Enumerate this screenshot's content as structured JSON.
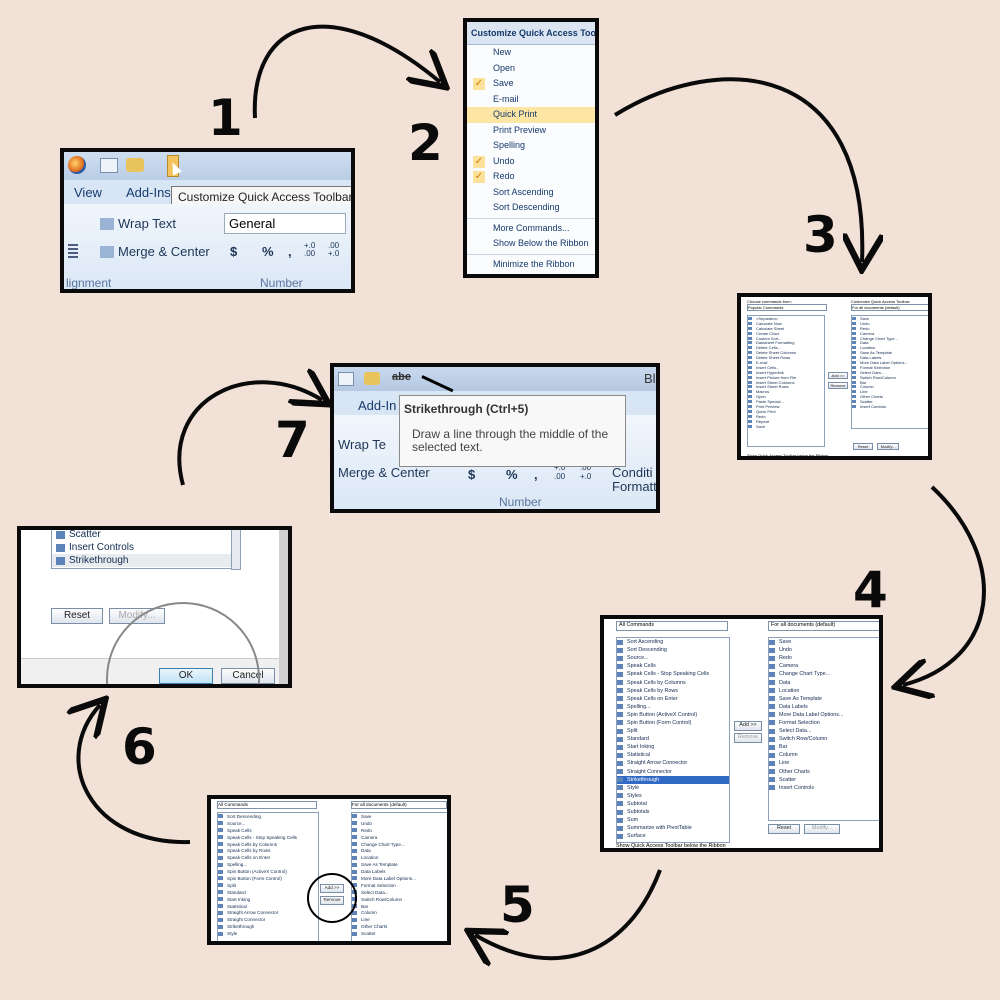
{
  "steps": [
    "1",
    "2",
    "3",
    "4",
    "5",
    "6",
    "7"
  ],
  "shot1": {
    "tabs": [
      "View",
      "Add-Ins"
    ],
    "tooltip": "Customize Quick Access Toolbar",
    "wrap_text": "Wrap Text",
    "merge_center": "Merge & Center",
    "number_format": "General",
    "currency": "$",
    "percent": "%",
    "comma": ",",
    "inc_decimal": "+.0 .00",
    "dec_decimal": ".00 +.0",
    "group_alignment": "lignment",
    "group_number": "Number"
  },
  "shot2": {
    "header": "Customize Quick Access Toolbar",
    "items": [
      {
        "label": "New",
        "checked": false
      },
      {
        "label": "Open",
        "checked": false
      },
      {
        "label": "Save",
        "checked": true
      },
      {
        "label": "E-mail",
        "checked": false
      },
      {
        "label": "Quick Print",
        "checked": false,
        "highlight": true
      },
      {
        "label": "Print Preview",
        "checked": false
      },
      {
        "label": "Spelling",
        "checked": false
      },
      {
        "label": "Undo",
        "checked": true
      },
      {
        "label": "Redo",
        "checked": true
      },
      {
        "label": "Sort Ascending",
        "checked": false
      },
      {
        "label": "Sort Descending",
        "checked": false
      }
    ],
    "more_commands": "More Commands...",
    "show_below": "Show Below the Ribbon",
    "minimize": "Minimize the Ribbon"
  },
  "shot3": {
    "choose_label": "Choose commands from:",
    "choose_value": "Popular Commands",
    "customize_label": "Customize Quick Access Toolbar:",
    "customize_value": "For all documents (default)",
    "left_items": [
      "<Separator>",
      "Calculate Now",
      "Calculate Sheet",
      "Create Chart",
      "Custom Sort...",
      "Datasheet Formatting",
      "Delete Cells...",
      "Delete Sheet Columns",
      "Delete Sheet Rows",
      "E-mail",
      "Insert Cells...",
      "Insert Hyperlink",
      "Insert Picture from File",
      "Insert Sheet Columns",
      "Insert Sheet Rows",
      "Macros",
      "Open",
      "Paste Special...",
      "Print Preview",
      "Quick Print",
      "Redo",
      "Repeat",
      "Save"
    ],
    "right_items": [
      "Save",
      "Undo",
      "Redo",
      "Camera",
      "Change Chart Type...",
      "Data",
      "Location",
      "Save As Template",
      "Data Labels",
      "More Data Label Options...",
      "Format Selection",
      "Select Data...",
      "Switch Row/Column",
      "Bar",
      "Column",
      "Line",
      "Other Charts",
      "Scatter",
      "Insert Controls"
    ],
    "add": "Add >>",
    "remove": "Remove",
    "reset": "Reset",
    "modify": "Modify...",
    "show_below": "Show Quick Access Toolbar below the Ribbon"
  },
  "shot4": {
    "left_combo": "All Commands",
    "right_combo": "For all documents (default)",
    "left_items": [
      "Sort Ascending",
      "Sort Descending",
      "Source...",
      "Speak Cells",
      "Speak Cells - Stop Speaking Cells",
      "Speak Cells by Columns",
      "Speak Cells by Rows",
      "Speak Cells on Enter",
      "Spelling...",
      "Spin Button (ActiveX Control)",
      "Spin Button (Form Control)",
      "Split",
      "Standard",
      "Start Inking",
      "Statistical",
      "Straight Arrow Connector",
      "Straight Connector",
      "Strikethrough",
      "Style",
      "Styles",
      "Subtotal",
      "Subtotals",
      "Sum",
      "Summarize with PivotTable",
      "Surface"
    ],
    "right_items": [
      "Save",
      "Undo",
      "Redo",
      "Camera",
      "Change Chart Type...",
      "Data",
      "Location",
      "Save As Template",
      "Data Labels",
      "More Data Label Options...",
      "Format Selection",
      "Select Data...",
      "Switch Row/Column",
      "Bar",
      "Column",
      "Line",
      "Other Charts",
      "Scatter",
      "Insert Controls"
    ],
    "add": "Add >>",
    "remove": "Remove",
    "reset": "Reset",
    "modify": "Modify...",
    "show_below": "Show Quick Access Toolbar below the Ribbon"
  },
  "shot5": {
    "left_combo": "All Commands",
    "right_combo": "For all documents (default)",
    "left_items": [
      "Sort Descending",
      "Source...",
      "Speak Cells",
      "Speak Cells - Stop Speaking Cells",
      "Speak Cells by Columns",
      "Speak Cells by Rows",
      "Speak Cells on Enter",
      "Spelling...",
      "Spin Button (ActiveX Control)",
      "Spin Button (Form Control)",
      "Split",
      "Standard",
      "Start Inking",
      "Statistical",
      "Straight Arrow Connector",
      "Straight Connector",
      "Strikethrough",
      "Style"
    ],
    "right_items": [
      "Save",
      "Undo",
      "Redo",
      "Camera",
      "Change Chart Type...",
      "Data",
      "Location",
      "Save As Template",
      "Data Labels",
      "More Data Label Options...",
      "Format Selection",
      "Select Data...",
      "Switch Row/Column",
      "Bar",
      "Column",
      "Line",
      "Other Charts",
      "Scatter"
    ],
    "add": "Add >>",
    "remove": "Remove"
  },
  "shot6": {
    "items": [
      "Scatter",
      "Insert Controls",
      "Strikethrough"
    ],
    "reset": "Reset",
    "modify": "Modify...",
    "ok": "OK",
    "cancel": "Cancel"
  },
  "shot7": {
    "tab": "Add-In",
    "tooltip_title": "Strikethrough (Ctrl+5)",
    "tooltip_desc": "Draw a line through the middle of the selected text.",
    "wrap_text": "Wrap Te",
    "merge_center": "Merge & Center",
    "currency": "$",
    "percent": "%",
    "comma": ",",
    "inc_decimal": "+.0 .00",
    "dec_decimal": ".00 +.0",
    "group_number": "Number",
    "conditional": "Conditi",
    "formatting": "Formatti",
    "qat_label": "abe",
    "corner_text": "Bl"
  },
  "colors": {
    "background": "#f2e1d6",
    "accent": "#316ac5",
    "menu_highlight": "#fde6a3"
  }
}
